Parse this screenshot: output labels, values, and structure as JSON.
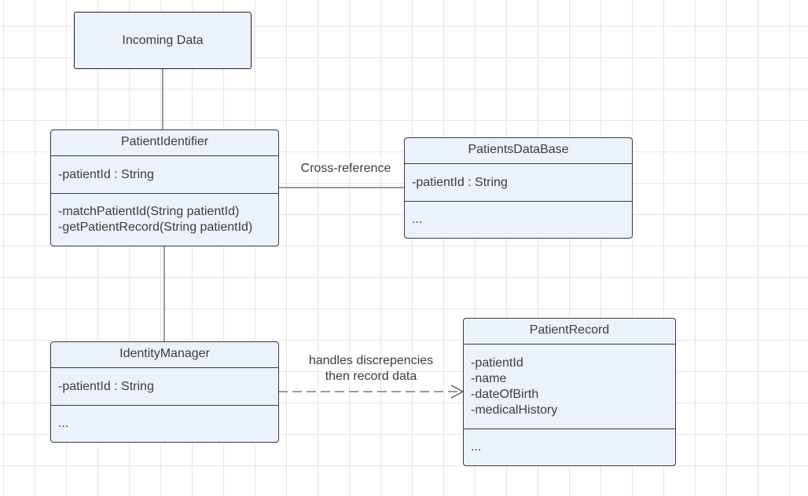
{
  "nodes": {
    "incoming": {
      "label": "Incoming Data"
    },
    "patient_identifier": {
      "name": "PatientIdentifier",
      "attributes": [
        "-patientId : String"
      ],
      "methods": [
        "-matchPatientId(String patientId)",
        "-getPatientRecord(String patientId)"
      ]
    },
    "patients_database": {
      "name": "PatientsDataBase",
      "attributes": [
        "-patientId : String"
      ],
      "methods": [
        "..."
      ]
    },
    "identity_manager": {
      "name": "IdentityManager",
      "attributes": [
        "-patientId : String"
      ],
      "methods": [
        "..."
      ]
    },
    "patient_record": {
      "name": "PatientRecord",
      "attributes": [
        "-patientId",
        "-name",
        "-dateOfBirth",
        "-medicalHistory"
      ],
      "methods": [
        "..."
      ]
    }
  },
  "edges": {
    "cross_reference": {
      "label": "Cross-reference"
    },
    "handles": {
      "label_line1": "handles discrepencies",
      "label_line2": "then record data"
    }
  },
  "colors": {
    "box_fill": "#ecf2fc",
    "border": "#3a3a3a",
    "text": "#3c3c3c",
    "grid": "#e6e6e6"
  }
}
